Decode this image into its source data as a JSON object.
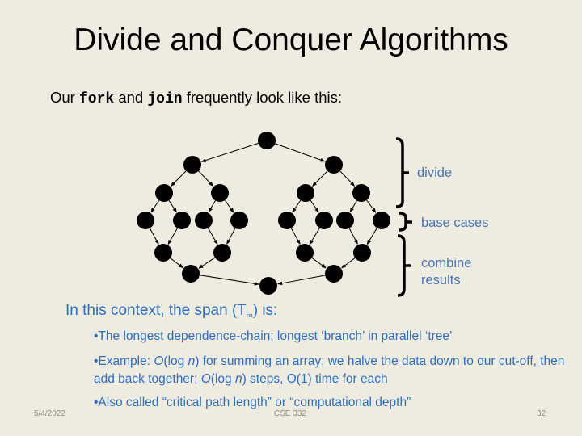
{
  "title": "Divide and Conquer Algorithms",
  "subtitle": {
    "prefix": "Our ",
    "fork": "fork",
    "mid": " and ",
    "join": "join",
    "suffix": " frequently look like this:"
  },
  "diagram": {
    "labels": {
      "divide": "divide",
      "base_cases": "base cases",
      "combine_line1": "combine",
      "combine_line2": "results"
    }
  },
  "span": {
    "heading_prefix": "In this context, the span (T",
    "heading_sub": "∞",
    "heading_suffix": ") is:"
  },
  "bullets": {
    "b1": "•The longest dependence-chain; longest ‘branch’ in parallel ‘tree’",
    "b2_pre": "•Example: ",
    "b2_o1": "O",
    "b2_log1": "(log ",
    "b2_n1": "n",
    "b2_mid": ") for summing an array; we halve the data down to our cut-off, then add back together; ",
    "b2_o2": "O",
    "b2_log2": "(log ",
    "b2_n2": "n",
    "b2_end": ") steps, O(1) time for each",
    "b3": "•Also called “critical path length” or “computational depth”"
  },
  "footer": {
    "date": "5/4/2022",
    "course": "CSE 332",
    "page": "32"
  },
  "colors": {
    "background": "#eeebe1",
    "accent_blue": "#2e6ebd",
    "label_blue": "#4a77b4"
  }
}
